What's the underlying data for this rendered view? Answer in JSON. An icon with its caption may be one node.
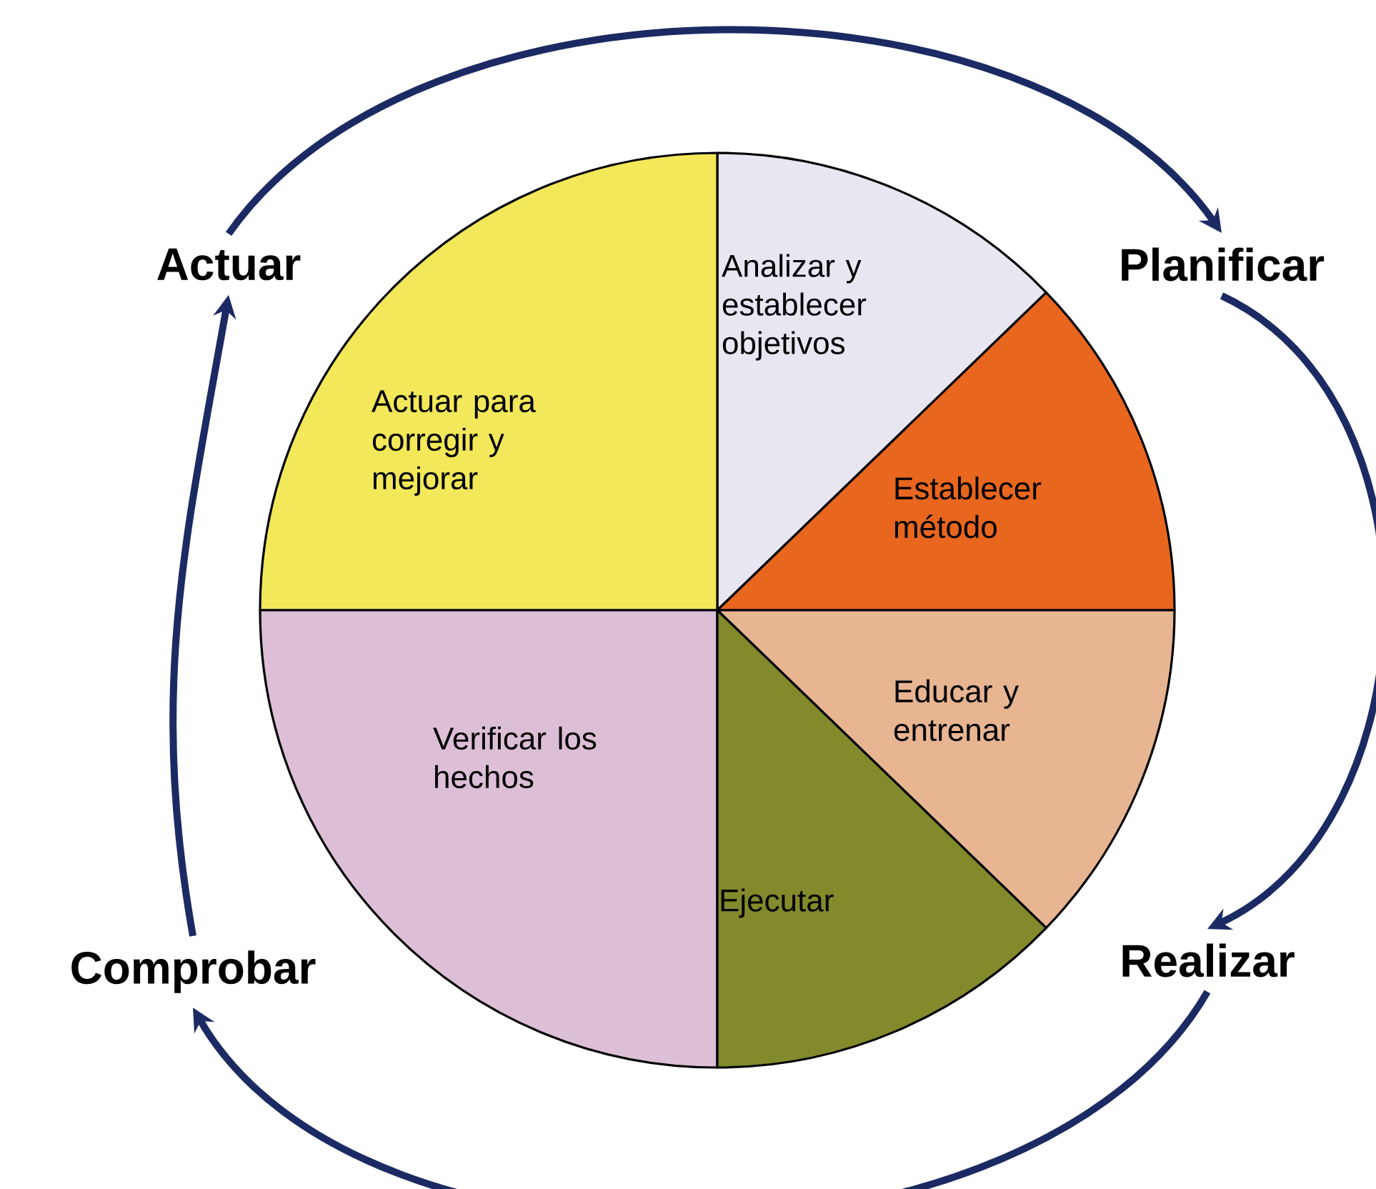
{
  "diagram": {
    "nodes": [
      {
        "text": [
          "Actuar"
        ]
      },
      {
        "text": [
          "Planificar"
        ]
      },
      {
        "text": [
          "Analizar y establecer objetivos"
        ]
      },
      {
        "text": [
          "Actuar para corregir y mejorar"
        ]
      },
      {
        "text": [
          "Establecer método"
        ]
      },
      {
        "text": [
          "Verificar los hechos"
        ]
      },
      {
        "text": [
          "Educar y entrenar"
        ]
      },
      {
        "text": [
          "Ejecutar"
        ]
      },
      {
        "text": [
          "Comprobar"
        ]
      },
      {
        "text": [
          "Realizar"
        ]
      }
    ],
    "edges": [
      {
        "from": 0,
        "to": 1,
        "arrow": "to"
      },
      {
        "from": 1,
        "to": 9,
        "arrow": "to"
      },
      {
        "from": 9,
        "to": 8,
        "arrow": "to"
      },
      {
        "from": 8,
        "to": 0,
        "arrow": "to"
      }
    ]
  }
}
